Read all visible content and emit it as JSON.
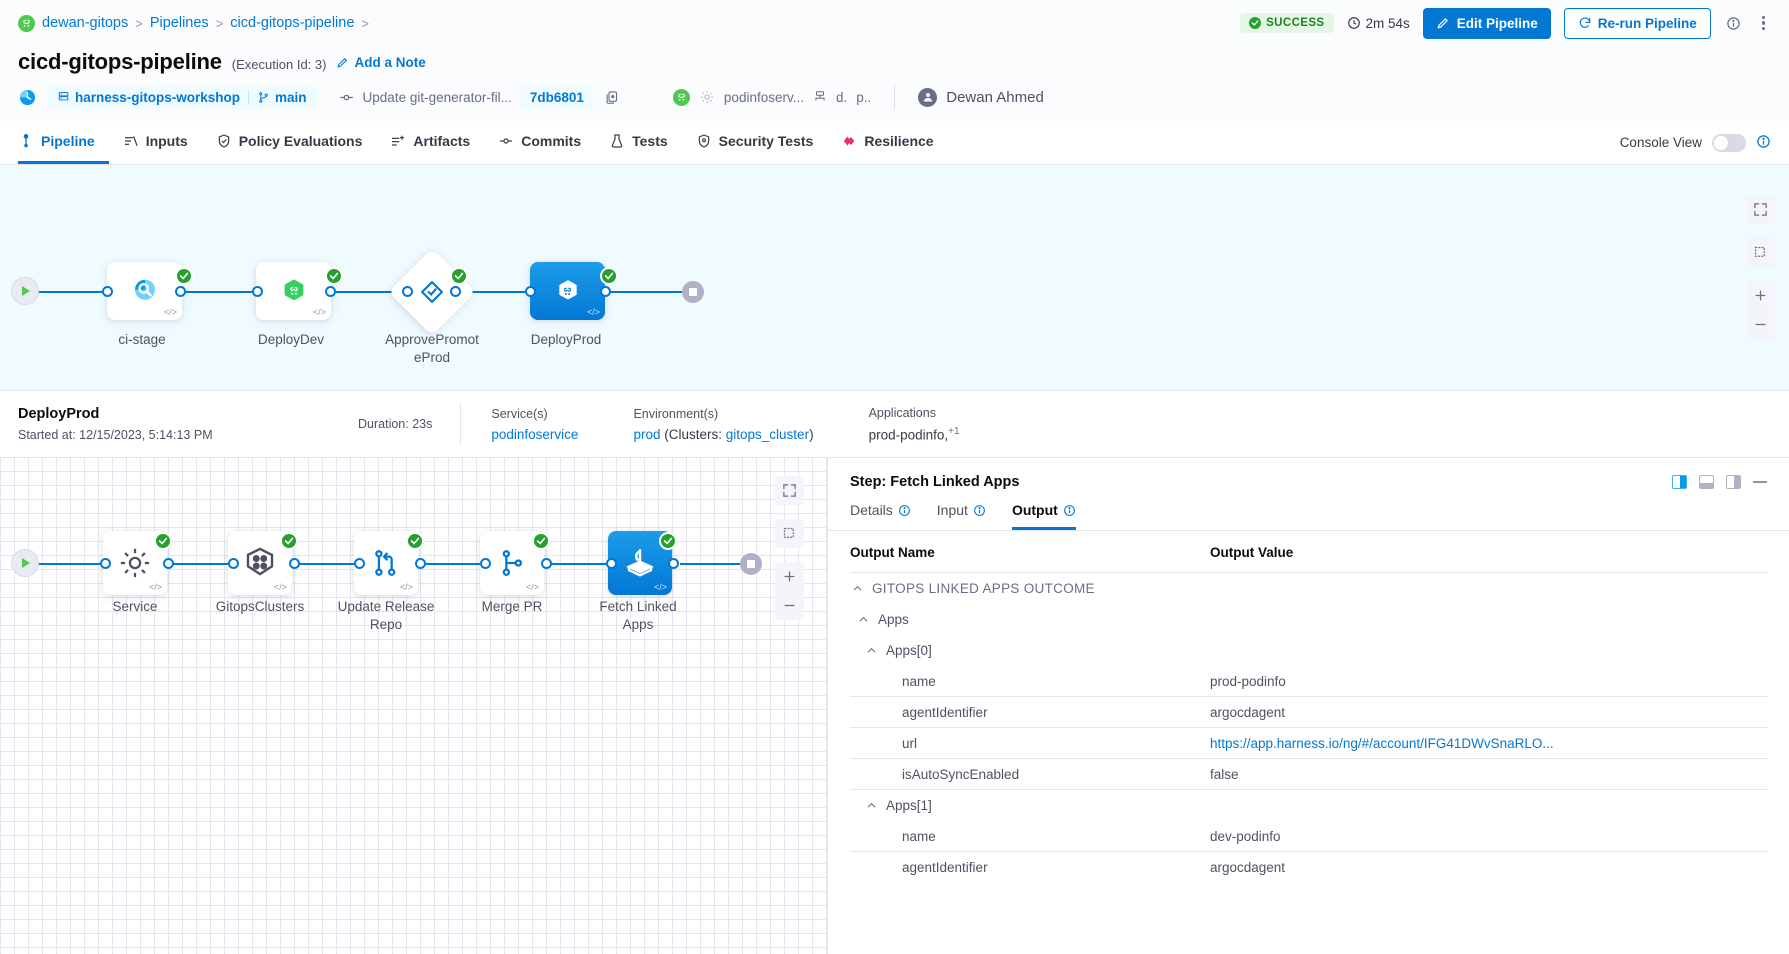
{
  "breadcrumbs": [
    {
      "label": "dewan-gitops",
      "icon": "harness-logo-icon"
    },
    {
      "label": "Pipelines"
    },
    {
      "label": "cicd-gitops-pipeline"
    }
  ],
  "header": {
    "title": "cicd-gitops-pipeline",
    "execution_id": "(Execution Id: 3)",
    "add_note": "Add a Note",
    "status": "SUCCESS",
    "duration": "2m 54s",
    "edit_pipeline": "Edit Pipeline",
    "rerun_pipeline": "Re-run Pipeline"
  },
  "meta": {
    "repo": "harness-gitops-workshop",
    "branch": "main",
    "commit_message": "Update git-generator-fil...",
    "commit_hash": "7db6801",
    "service": "podinfoserv...",
    "infra_short": "d.",
    "env_short": "p..",
    "user": "Dewan Ahmed"
  },
  "tabs": [
    {
      "label": "Pipeline",
      "icon": "pipeline-icon",
      "active": true
    },
    {
      "label": "Inputs",
      "icon": "inputs-icon",
      "active": false
    },
    {
      "label": "Policy Evaluations",
      "icon": "shield-check-icon",
      "active": false
    },
    {
      "label": "Artifacts",
      "icon": "artifacts-icon",
      "active": false
    },
    {
      "label": "Commits",
      "icon": "commit-icon",
      "active": false
    },
    {
      "label": "Tests",
      "icon": "flask-icon",
      "active": false
    },
    {
      "label": "Security Tests",
      "icon": "security-shield-icon",
      "active": false
    },
    {
      "label": "Resilience",
      "icon": "resilience-icon",
      "active": false
    }
  ],
  "console_view": {
    "label": "Console View",
    "enabled": false
  },
  "stages": [
    {
      "label": "ci-stage",
      "status": "success",
      "selected": false,
      "icon": "ci-build-icon"
    },
    {
      "label": "DeployDev",
      "status": "success",
      "selected": false,
      "icon": "gitops-icon"
    },
    {
      "label": "ApprovePromoteProd",
      "status": "success",
      "selected": false,
      "icon": "approval-icon",
      "shape": "diamond"
    },
    {
      "label": "DeployProd",
      "status": "success",
      "selected": true,
      "icon": "gitops-icon"
    }
  ],
  "stage_details": {
    "name": "DeployProd",
    "started_label": "Started at:",
    "started_at": "12/15/2023, 5:14:13 PM",
    "duration_label": "Duration:",
    "duration": "23s",
    "services_label": "Service(s)",
    "services": "podinfoservice",
    "environments_label": "Environment(s)",
    "environment": "prod",
    "clusters_prefix": "(Clusters:",
    "cluster": "gitops_cluster",
    "clusters_suffix": ")",
    "applications_label": "Applications",
    "applications": "prod-podinfo,",
    "applications_more": "+1"
  },
  "steps": [
    {
      "label": "Service",
      "status": "success",
      "selected": false,
      "icon": "gear-icon"
    },
    {
      "label": "GitopsClusters",
      "status": "success",
      "selected": false,
      "icon": "clusters-icon"
    },
    {
      "label": "Update Release Repo",
      "status": "success",
      "selected": false,
      "icon": "update-release-repo-icon"
    },
    {
      "label": "Merge PR",
      "status": "success",
      "selected": false,
      "icon": "merge-pr-icon"
    },
    {
      "label": "Fetch Linked Apps",
      "status": "success",
      "selected": true,
      "icon": "fetch-linked-apps-icon"
    }
  ],
  "step_panel": {
    "title": "Step: Fetch Linked Apps",
    "tabs": [
      {
        "label": "Details",
        "active": false
      },
      {
        "label": "Input",
        "active": false
      },
      {
        "label": "Output",
        "active": true
      }
    ],
    "columns": [
      "Output Name",
      "Output Value"
    ],
    "rows": [
      {
        "name": "GITOPS LINKED APPS OUTCOME",
        "value": "",
        "indent": 0,
        "collapsible": true,
        "group": true,
        "border": false
      },
      {
        "name": "Apps",
        "value": "",
        "indent": 1,
        "collapsible": true,
        "group": false,
        "border": false
      },
      {
        "name": "Apps[0]",
        "value": "",
        "indent": 2,
        "collapsible": true,
        "group": false,
        "border": false
      },
      {
        "name": "name",
        "value": "prod-podinfo",
        "indent": 3,
        "collapsible": false,
        "group": false,
        "border": true
      },
      {
        "name": "agentIdentifier",
        "value": "argocdagent",
        "indent": 3,
        "collapsible": false,
        "group": false,
        "border": true
      },
      {
        "name": "url",
        "value": "https://app.harness.io/ng/#/account/IFG41DWvSnaRLO...",
        "indent": 3,
        "collapsible": false,
        "group": false,
        "border": true,
        "link": true
      },
      {
        "name": "isAutoSyncEnabled",
        "value": "false",
        "indent": 3,
        "collapsible": false,
        "group": false,
        "border": true
      },
      {
        "name": "Apps[1]",
        "value": "",
        "indent": 2,
        "collapsible": true,
        "group": false,
        "border": false
      },
      {
        "name": "name",
        "value": "dev-podinfo",
        "indent": 3,
        "collapsible": false,
        "group": false,
        "border": true
      },
      {
        "name": "agentIdentifier",
        "value": "argocdagent",
        "indent": 3,
        "collapsible": false,
        "group": false,
        "border": false
      }
    ]
  },
  "colors": {
    "accent": "#0278d5",
    "success": "#26a02f",
    "success_bg": "#e4f7e7",
    "graph_bg": "#effbff"
  }
}
